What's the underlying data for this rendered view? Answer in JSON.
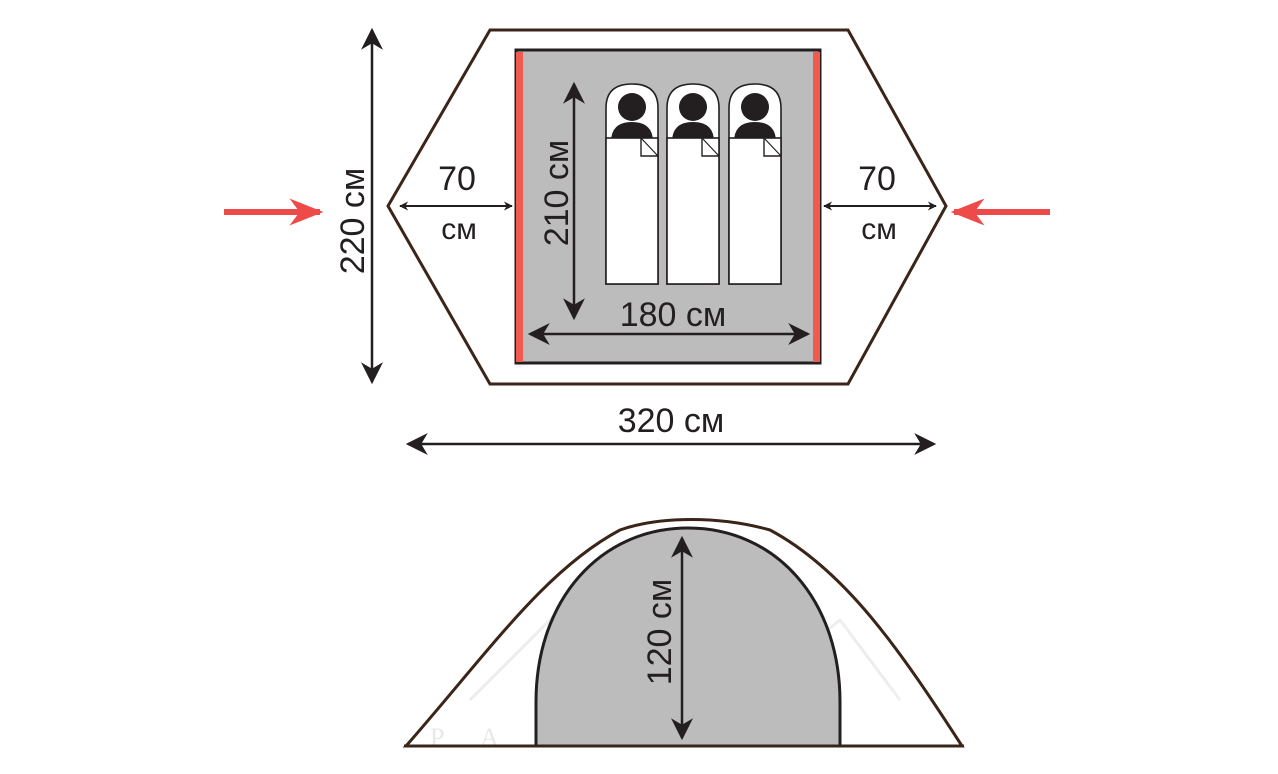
{
  "colors": {
    "outline": "#3b2418",
    "floor_fill": "#bcbcbc",
    "door_red": "#f05a4f",
    "arrow_red": "#ef4a4a",
    "dim_line": "#231f20",
    "sleeping_bag": "#ffffff",
    "person": "#231f20"
  },
  "top_view": {
    "total_width": "320 см",
    "total_depth": "220 см",
    "inner_width": "180 см",
    "inner_length": "210 см",
    "vestibule_left_value": "70",
    "vestibule_left_unit": "см",
    "vestibule_right_value": "70",
    "vestibule_right_unit": "см",
    "sleeping_places": 3,
    "entrances": 2
  },
  "side_view": {
    "height": "120 см"
  },
  "watermark": {
    "text": "PALATKA"
  }
}
